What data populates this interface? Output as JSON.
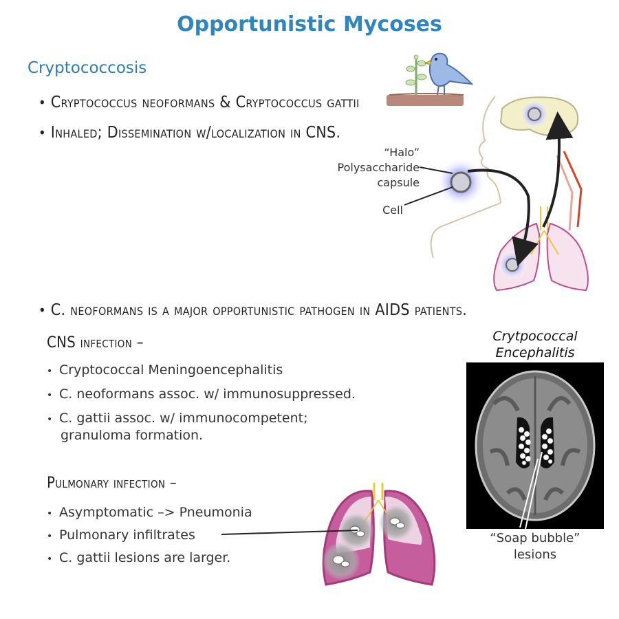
{
  "title": "Opportunistic Mycoses",
  "section": "Cryptococcosis",
  "top_bullets": [
    "Cryptococcus neoformans & Cryptococcus gattii",
    "Inhaled; Dissemination w/localization in CNS.",
    "C. neoformans is a major opportunistic pathogen in AIDS patients."
  ],
  "cns": {
    "heading": "CNS infection –",
    "items": [
      "Cryptococcal Meningoencephalitis",
      "C. neoformans assoc. w/ immunosuppressed.",
      "C. gattii assoc. w/ immunocompetent;",
      "granuloma formation."
    ]
  },
  "pulmonary": {
    "heading": "Pulmonary infection –",
    "items": [
      "Asymptomatic –> Pneumonia",
      "Pulmonary infiltrates",
      "C. gattii lesions are larger."
    ]
  },
  "diagram_labels": {
    "halo": "“Halo”",
    "capsule_line1": "Polysaccharide",
    "capsule_line2": "capsule",
    "cell": "Cell"
  },
  "mri": {
    "title_line1": "Crytpococcal",
    "title_line2": "Encephalitis",
    "label_line1": "“Soap bubble”",
    "label_line2": "lesions"
  },
  "colors": {
    "title": "#2f86be",
    "lung_fill": "#f7e3ee",
    "lung_stroke": "#c04c8e",
    "halo": "#8a8cf0",
    "brain": "#f3efc8"
  }
}
